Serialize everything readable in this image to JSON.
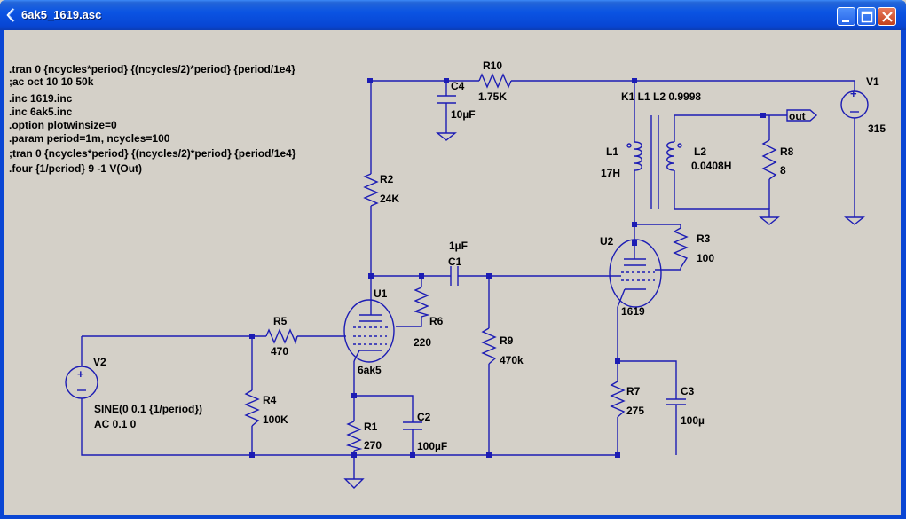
{
  "window": {
    "title": "6ak5_1619.asc",
    "buttons": {
      "minimize": "minimize",
      "maximize": "maximize",
      "close": "close"
    }
  },
  "directives": [
    ".tran 0 {ncycles*period} {(ncycles/2)*period} {period/1e4}",
    ";ac oct 10 10 50k",
    ".inc 1619.inc",
    ".inc 6ak5.inc",
    ".option plotwinsize=0",
    ".param period=1m, ncycles=100",
    ";tran 0 {ncycles*period} {(ncycles/2)*period} {period/1e4}",
    ".four {1/period} 9 -1 V(Out)"
  ],
  "components": {
    "r10": {
      "name": "R10",
      "value": "1.75K"
    },
    "c4": {
      "name": "C4",
      "value": "10µF"
    },
    "r2": {
      "name": "R2",
      "value": "24K"
    },
    "k1": {
      "text": "K1 L1 L2 0.9998"
    },
    "l1": {
      "name": "L1",
      "value": "17H"
    },
    "l2": {
      "name": "L2",
      "value": "0.0408H"
    },
    "r8": {
      "name": "R8",
      "value": "8"
    },
    "out": {
      "label": "out"
    },
    "v1": {
      "name": "V1",
      "value": "315"
    },
    "u2": {
      "name": "U2",
      "value": "1619"
    },
    "r3": {
      "name": "R3",
      "value": "100"
    },
    "c1": {
      "name": "C1",
      "value": "1µF"
    },
    "u1": {
      "name": "U1",
      "value": "6ak5"
    },
    "r6": {
      "name": "R6",
      "value": "220"
    },
    "r5": {
      "name": "R5",
      "value": "470"
    },
    "r9": {
      "name": "R9",
      "value": "470k"
    },
    "v2": {
      "name": "V2",
      "value1": "SINE(0 0.1 {1/period})",
      "value2": "AC 0.1 0"
    },
    "r4": {
      "name": "R4",
      "value": "100K"
    },
    "r1": {
      "name": "R1",
      "value": "270"
    },
    "c2": {
      "name": "C2",
      "value": "100µF"
    },
    "r7": {
      "name": "R7",
      "value": "275"
    },
    "c3": {
      "name": "C3",
      "value": "100µ"
    }
  },
  "colors": {
    "wire": "#1c1cb4",
    "background": "#d4d0c8",
    "titlebar": "#0a54e3"
  }
}
